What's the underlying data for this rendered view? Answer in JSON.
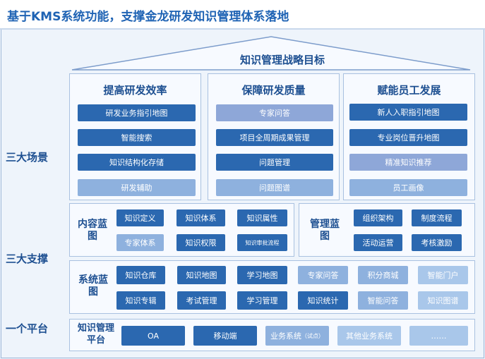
{
  "title": "基于KMS系统功能，支撑金龙研发知识管理体系落地",
  "roof_title": "知识管理战略目标",
  "side_labels": {
    "scenes": "三大场景",
    "supports": "三大支撑",
    "platform": "一个平台"
  },
  "scenes": [
    {
      "title": "提高研发效率",
      "items": [
        "研发业务指引地图",
        "智能搜索",
        "知识结构化存储",
        "研发辅助"
      ]
    },
    {
      "title": "保障研发质量",
      "items": [
        "专家问答",
        "项目全周期成果管理",
        "问题管理",
        "问题图谱"
      ]
    },
    {
      "title": "赋能员工发展",
      "items": [
        "新人入职指引地图",
        "专业岗位晋升地图",
        "精准知识推荐",
        "员工画像"
      ]
    }
  ],
  "content_blueprint": {
    "label": "内容蓝图",
    "items": [
      "知识定义",
      "知识体系",
      "知识属性",
      "专家体系",
      "知识权限",
      "知识审批流程"
    ]
  },
  "management_blueprint": {
    "label": "管理蓝图",
    "items": [
      "组织架构",
      "制度流程",
      "活动运营",
      "考核激励"
    ]
  },
  "system_blueprint": {
    "label": "系统蓝图",
    "row1": [
      "知识仓库",
      "知识地图",
      "学习地图",
      "专家问答",
      "积分商城",
      "智能门户"
    ],
    "row2": [
      "知识专辑",
      "考试管理",
      "学习管理",
      "知识统计",
      "智能问答",
      "知识图谱"
    ]
  },
  "platform": {
    "label": "知识管理平台",
    "items": [
      "OA",
      "移动端",
      "业务系统",
      "（试点）",
      "其他业务系统",
      "……"
    ]
  },
  "colors": {
    "dark": "#2b68b0",
    "light": "#8eb1de",
    "text": "#1d4f91",
    "title": "#1f63b4"
  }
}
